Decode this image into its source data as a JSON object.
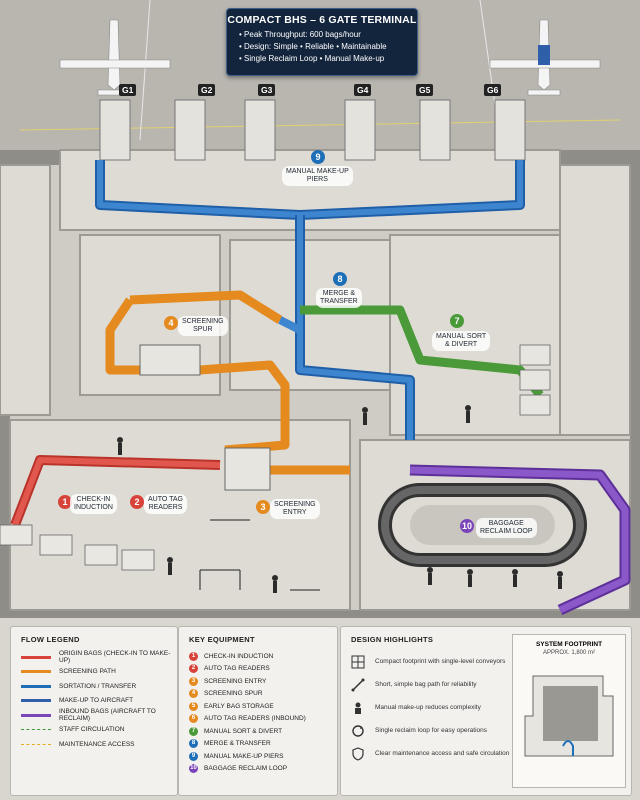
{
  "title": {
    "heading": "COMPACT BHS – 6 GATE TERMINAL",
    "bullets": [
      "Peak Throughput: 600 bags/hour",
      "Design: Simple • Reliable • Maintainable",
      "Single Reclaim Loop • Manual Make-up"
    ]
  },
  "gates": [
    "G1",
    "G2",
    "G3",
    "G4",
    "G5",
    "G6"
  ],
  "stations": [
    {
      "num": "1",
      "label": "CHECK-IN\nINDUCTION",
      "color": "#d7433a"
    },
    {
      "num": "2",
      "label": "AUTO TAG\nREADERS",
      "color": "#d7433a"
    },
    {
      "num": "3",
      "label": "SCREENING\nENTRY",
      "color": "#e48a1f"
    },
    {
      "num": "4",
      "label": "SCREENING\nSPUR",
      "color": "#e48a1f"
    },
    {
      "num": "7",
      "label": "MANUAL SORT\n& DIVERT",
      "color": "#4b9a3a"
    },
    {
      "num": "8",
      "label": "MERGE &\nTRANSFER",
      "color": "#1f6fb8"
    },
    {
      "num": "9",
      "label": "MANUAL MAKE-UP\nPIERS",
      "color": "#1f6fb8"
    },
    {
      "num": "10",
      "label": "BAGGAGE\nRECLAIM LOOP",
      "color": "#7a45b8"
    }
  ],
  "flow_legend": {
    "title": "FLOW LEGEND",
    "items": [
      {
        "label": "ORIGIN BAGS (CHECK-IN TO MAKE-UP)",
        "color": "#d7433a",
        "style": "solid"
      },
      {
        "label": "SCREENING PATH",
        "color": "#e48a1f",
        "style": "solid"
      },
      {
        "label": "SORTATION / TRANSFER",
        "color": "#1f6fb8",
        "style": "solid"
      },
      {
        "label": "MAKE-UP TO AIRCRAFT",
        "color": "#2f5fa8",
        "style": "solid"
      },
      {
        "label": "INBOUND BAGS (AIRCRAFT TO RECLAIM)",
        "color": "#7a45b8",
        "style": "solid"
      },
      {
        "label": "STAFF CIRCULATION",
        "color": "#3f9a3a",
        "style": "dashed"
      },
      {
        "label": "MAINTENANCE ACCESS",
        "color": "#e3b21f",
        "style": "dashed"
      }
    ]
  },
  "key_equipment": {
    "title": "KEY EQUIPMENT",
    "items": [
      {
        "num": "1",
        "label": "CHECK-IN INDUCTION",
        "color": "#d7433a"
      },
      {
        "num": "2",
        "label": "AUTO TAG READERS",
        "color": "#d7433a"
      },
      {
        "num": "3",
        "label": "SCREENING ENTRY",
        "color": "#e48a1f"
      },
      {
        "num": "4",
        "label": "SCREENING SPUR",
        "color": "#e48a1f"
      },
      {
        "num": "5",
        "label": "EARLY BAG STORAGE",
        "color": "#e48a1f"
      },
      {
        "num": "6",
        "label": "AUTO TAG READERS (INBOUND)",
        "color": "#e48a1f"
      },
      {
        "num": "7",
        "label": "MANUAL SORT & DIVERT",
        "color": "#4b9a3a"
      },
      {
        "num": "8",
        "label": "MERGE & TRANSFER",
        "color": "#1f6fb8"
      },
      {
        "num": "9",
        "label": "MANUAL MAKE-UP PIERS",
        "color": "#1f6fb8"
      },
      {
        "num": "10",
        "label": "BAGGAGE RECLAIM LOOP",
        "color": "#7a45b8"
      }
    ]
  },
  "design_highlights": {
    "title": "DESIGN HIGHLIGHTS",
    "items": [
      {
        "icon": "floor-plan-icon",
        "label": "Compact footprint with single-level conveyors"
      },
      {
        "icon": "path-icon",
        "label": "Short, simple bag path for reliability"
      },
      {
        "icon": "worker-icon",
        "label": "Manual make-up reduces complexity"
      },
      {
        "icon": "loop-icon",
        "label": "Single reclaim loop for easy operations"
      },
      {
        "icon": "safety-icon",
        "label": "Clear maintenance access and safe circulation"
      }
    ]
  },
  "system_footprint": {
    "title": "SYSTEM FOOTPRINT",
    "area": "APPROX. 1,800 m²"
  }
}
